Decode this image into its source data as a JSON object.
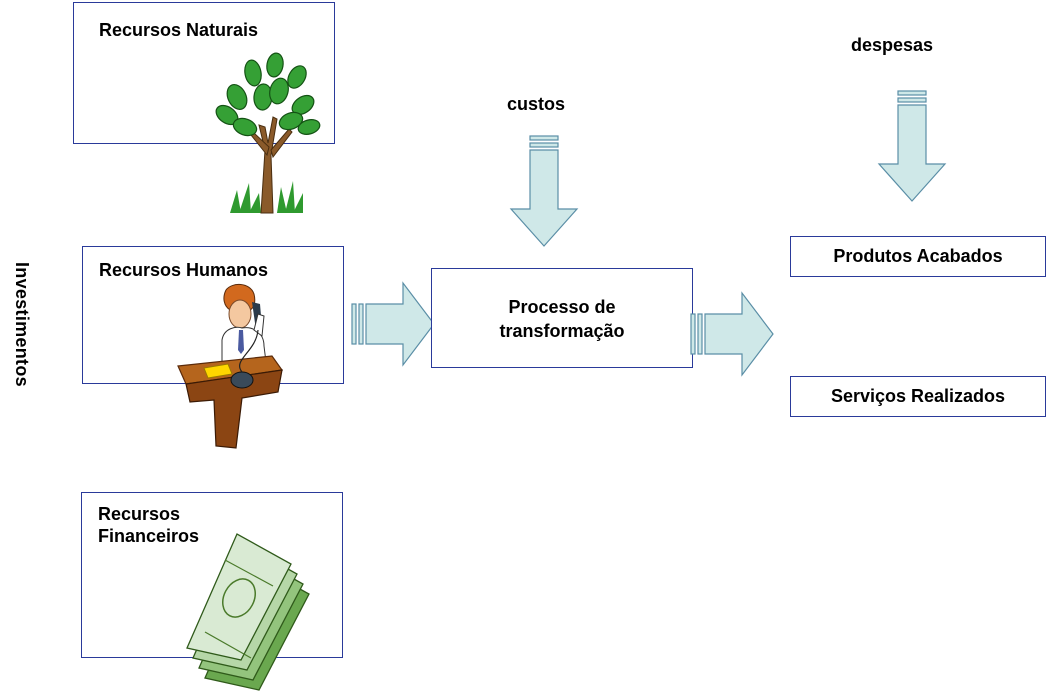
{
  "side_label": "Investimentos",
  "inputs": {
    "natural": "Recursos Naturais",
    "human": "Recursos Humanos",
    "financial": "Recursos\nFinanceiros"
  },
  "process": "Processo de\ntransformação",
  "costs_label": "custos",
  "expenses_label": "despesas",
  "outputs": {
    "products": "Produtos Acabados",
    "services": "Serviços Realizados"
  },
  "illustrations": [
    "tree-icon",
    "person-at-desk-icon",
    "money-stack-icon"
  ],
  "colors": {
    "box_border": "#2a3a9a",
    "arrow_fill": "#cfe8e8",
    "arrow_stroke": "#5a8ea6"
  }
}
